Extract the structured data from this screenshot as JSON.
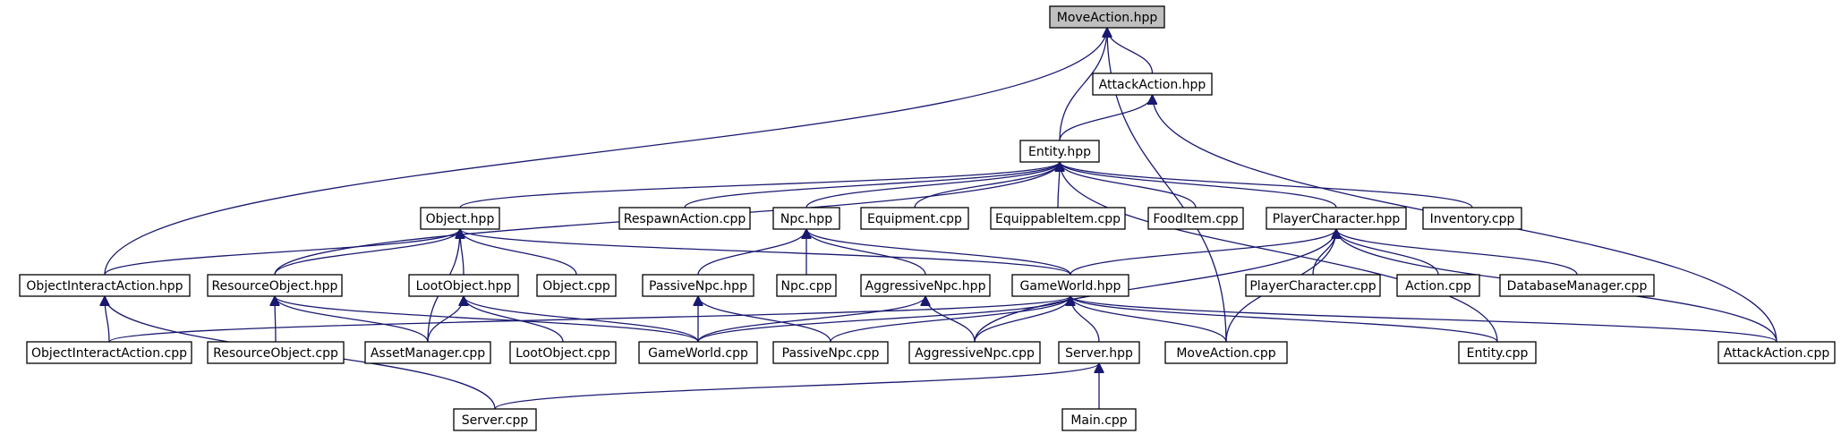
{
  "diagram": {
    "type": "include-dependency-graph",
    "colors": {
      "edge": "#191970",
      "root_fill": "#bfbfbf",
      "node_fill": "#ffffff",
      "node_border": "#000000"
    },
    "nodes": [
      {
        "id": "moveaction_hpp",
        "label": "MoveAction.hpp",
        "root": true
      },
      {
        "id": "attackaction_hpp",
        "label": "AttackAction.hpp"
      },
      {
        "id": "entity_hpp",
        "label": "Entity.hpp"
      },
      {
        "id": "object_hpp",
        "label": "Object.hpp"
      },
      {
        "id": "respawnaction_cpp",
        "label": "RespawnAction.cpp"
      },
      {
        "id": "npc_hpp",
        "label": "Npc.hpp"
      },
      {
        "id": "equipment_cpp",
        "label": "Equipment.cpp"
      },
      {
        "id": "equippableitem_cpp",
        "label": "EquippableItem.cpp"
      },
      {
        "id": "fooditem_cpp",
        "label": "FoodItem.cpp"
      },
      {
        "id": "playercharacter_hpp",
        "label": "PlayerCharacter.hpp"
      },
      {
        "id": "inventory_cpp",
        "label": "Inventory.cpp"
      },
      {
        "id": "objectinteractaction_hpp",
        "label": "ObjectInteractAction.hpp"
      },
      {
        "id": "resourceobject_hpp",
        "label": "ResourceObject.hpp"
      },
      {
        "id": "lootobject_hpp",
        "label": "LootObject.hpp"
      },
      {
        "id": "object_cpp",
        "label": "Object.cpp"
      },
      {
        "id": "passivenpc_hpp",
        "label": "PassiveNpc.hpp"
      },
      {
        "id": "npc_cpp",
        "label": "Npc.cpp"
      },
      {
        "id": "aggressivenpc_hpp",
        "label": "AggressiveNpc.hpp"
      },
      {
        "id": "gameworld_hpp",
        "label": "GameWorld.hpp"
      },
      {
        "id": "playercharacter_cpp",
        "label": "PlayerCharacter.cpp"
      },
      {
        "id": "action_cpp",
        "label": "Action.cpp"
      },
      {
        "id": "databasemanager_cpp",
        "label": "DatabaseManager.cpp"
      },
      {
        "id": "objectinteractaction_cpp",
        "label": "ObjectInteractAction.cpp"
      },
      {
        "id": "resourceobject_cpp",
        "label": "ResourceObject.cpp"
      },
      {
        "id": "assetmanager_cpp",
        "label": "AssetManager.cpp"
      },
      {
        "id": "lootobject_cpp",
        "label": "LootObject.cpp"
      },
      {
        "id": "gameworld_cpp",
        "label": "GameWorld.cpp"
      },
      {
        "id": "passivenpc_cpp",
        "label": "PassiveNpc.cpp"
      },
      {
        "id": "aggressivenpc_cpp",
        "label": "AggressiveNpc.cpp"
      },
      {
        "id": "server_hpp",
        "label": "Server.hpp"
      },
      {
        "id": "moveaction_cpp",
        "label": "MoveAction.cpp"
      },
      {
        "id": "entity_cpp",
        "label": "Entity.cpp"
      },
      {
        "id": "attackaction_cpp",
        "label": "AttackAction.cpp"
      },
      {
        "id": "server_cpp",
        "label": "Server.cpp"
      },
      {
        "id": "main_cpp",
        "label": "Main.cpp"
      }
    ],
    "edges": [
      {
        "from": "attackaction_hpp",
        "to": "moveaction_hpp"
      },
      {
        "from": "entity_hpp",
        "to": "moveaction_hpp"
      },
      {
        "from": "objectinteractaction_hpp",
        "to": "moveaction_hpp"
      },
      {
        "from": "moveaction_cpp",
        "to": "moveaction_hpp"
      },
      {
        "from": "entity_hpp",
        "to": "attackaction_hpp"
      },
      {
        "from": "attackaction_cpp",
        "to": "attackaction_hpp"
      },
      {
        "from": "object_hpp",
        "to": "entity_hpp"
      },
      {
        "from": "respawnaction_cpp",
        "to": "entity_hpp"
      },
      {
        "from": "npc_hpp",
        "to": "entity_hpp"
      },
      {
        "from": "equipment_cpp",
        "to": "entity_hpp"
      },
      {
        "from": "equippableitem_cpp",
        "to": "entity_hpp"
      },
      {
        "from": "fooditem_cpp",
        "to": "entity_hpp"
      },
      {
        "from": "playercharacter_hpp",
        "to": "entity_hpp"
      },
      {
        "from": "inventory_cpp",
        "to": "entity_hpp"
      },
      {
        "from": "resourceobject_hpp",
        "to": "entity_hpp"
      },
      {
        "from": "entity_cpp",
        "to": "entity_hpp"
      },
      {
        "from": "objectinteractaction_hpp",
        "to": "object_hpp"
      },
      {
        "from": "resourceobject_hpp",
        "to": "object_hpp"
      },
      {
        "from": "lootobject_hpp",
        "to": "object_hpp"
      },
      {
        "from": "object_cpp",
        "to": "object_hpp"
      },
      {
        "from": "assetmanager_cpp",
        "to": "object_hpp"
      },
      {
        "from": "gameworld_hpp",
        "to": "object_hpp"
      },
      {
        "from": "passivenpc_hpp",
        "to": "npc_hpp"
      },
      {
        "from": "npc_cpp",
        "to": "npc_hpp"
      },
      {
        "from": "aggressivenpc_hpp",
        "to": "npc_hpp"
      },
      {
        "from": "gameworld_hpp",
        "to": "npc_hpp"
      },
      {
        "from": "gameworld_hpp",
        "to": "playercharacter_hpp"
      },
      {
        "from": "playercharacter_cpp",
        "to": "playercharacter_hpp"
      },
      {
        "from": "action_cpp",
        "to": "playercharacter_hpp"
      },
      {
        "from": "databasemanager_cpp",
        "to": "playercharacter_hpp"
      },
      {
        "from": "aggressivenpc_cpp",
        "to": "playercharacter_hpp"
      },
      {
        "from": "moveaction_cpp",
        "to": "playercharacter_hpp"
      },
      {
        "from": "attackaction_cpp",
        "to": "playercharacter_hpp"
      },
      {
        "from": "objectinteractaction_cpp",
        "to": "objectinteractaction_hpp"
      },
      {
        "from": "server_cpp",
        "to": "objectinteractaction_hpp"
      },
      {
        "from": "resourceobject_cpp",
        "to": "resourceobject_hpp"
      },
      {
        "from": "assetmanager_cpp",
        "to": "resourceobject_hpp"
      },
      {
        "from": "gameworld_cpp",
        "to": "resourceobject_hpp"
      },
      {
        "from": "assetmanager_cpp",
        "to": "lootobject_hpp"
      },
      {
        "from": "lootobject_cpp",
        "to": "lootobject_hpp"
      },
      {
        "from": "gameworld_cpp",
        "to": "lootobject_hpp"
      },
      {
        "from": "gameworld_cpp",
        "to": "passivenpc_hpp"
      },
      {
        "from": "passivenpc_cpp",
        "to": "passivenpc_hpp"
      },
      {
        "from": "gameworld_cpp",
        "to": "aggressivenpc_hpp"
      },
      {
        "from": "aggressivenpc_cpp",
        "to": "aggressivenpc_hpp"
      },
      {
        "from": "objectinteractaction_cpp",
        "to": "gameworld_hpp"
      },
      {
        "from": "gameworld_cpp",
        "to": "gameworld_hpp"
      },
      {
        "from": "passivenpc_cpp",
        "to": "gameworld_hpp"
      },
      {
        "from": "aggressivenpc_cpp",
        "to": "gameworld_hpp"
      },
      {
        "from": "server_hpp",
        "to": "gameworld_hpp"
      },
      {
        "from": "moveaction_cpp",
        "to": "gameworld_hpp"
      },
      {
        "from": "entity_cpp",
        "to": "gameworld_hpp"
      },
      {
        "from": "attackaction_cpp",
        "to": "gameworld_hpp"
      },
      {
        "from": "server_cpp",
        "to": "server_hpp"
      },
      {
        "from": "main_cpp",
        "to": "server_hpp"
      }
    ]
  }
}
